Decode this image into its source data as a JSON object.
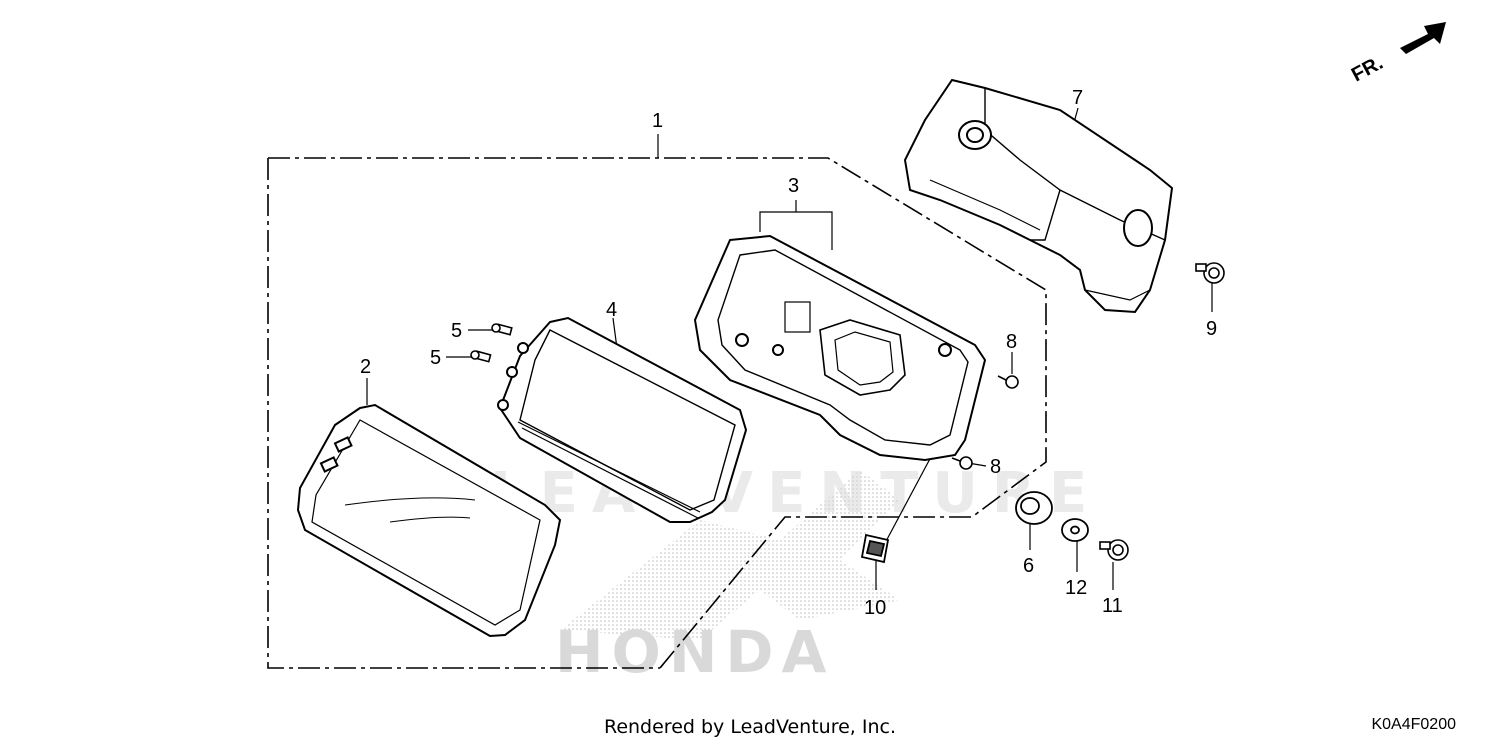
{
  "diagram": {
    "direction_label": "FR.",
    "watermark_top": "LEADVENTURE",
    "watermark_bottom": "HONDA",
    "callouts": [
      {
        "id": "c1",
        "text": "1"
      },
      {
        "id": "c2",
        "text": "2"
      },
      {
        "id": "c3",
        "text": "3"
      },
      {
        "id": "c4",
        "text": "4"
      },
      {
        "id": "c5a",
        "text": "5"
      },
      {
        "id": "c5b",
        "text": "5"
      },
      {
        "id": "c6",
        "text": "6"
      },
      {
        "id": "c7",
        "text": "7"
      },
      {
        "id": "c8a",
        "text": "8"
      },
      {
        "id": "c8b",
        "text": "8"
      },
      {
        "id": "c9",
        "text": "9"
      },
      {
        "id": "c10",
        "text": "10"
      },
      {
        "id": "c11",
        "text": "11"
      },
      {
        "id": "c12",
        "text": "12"
      }
    ]
  },
  "footer": {
    "credit": "Rendered by LeadVenture, Inc.",
    "diagram_code": "K0A4F0200"
  }
}
